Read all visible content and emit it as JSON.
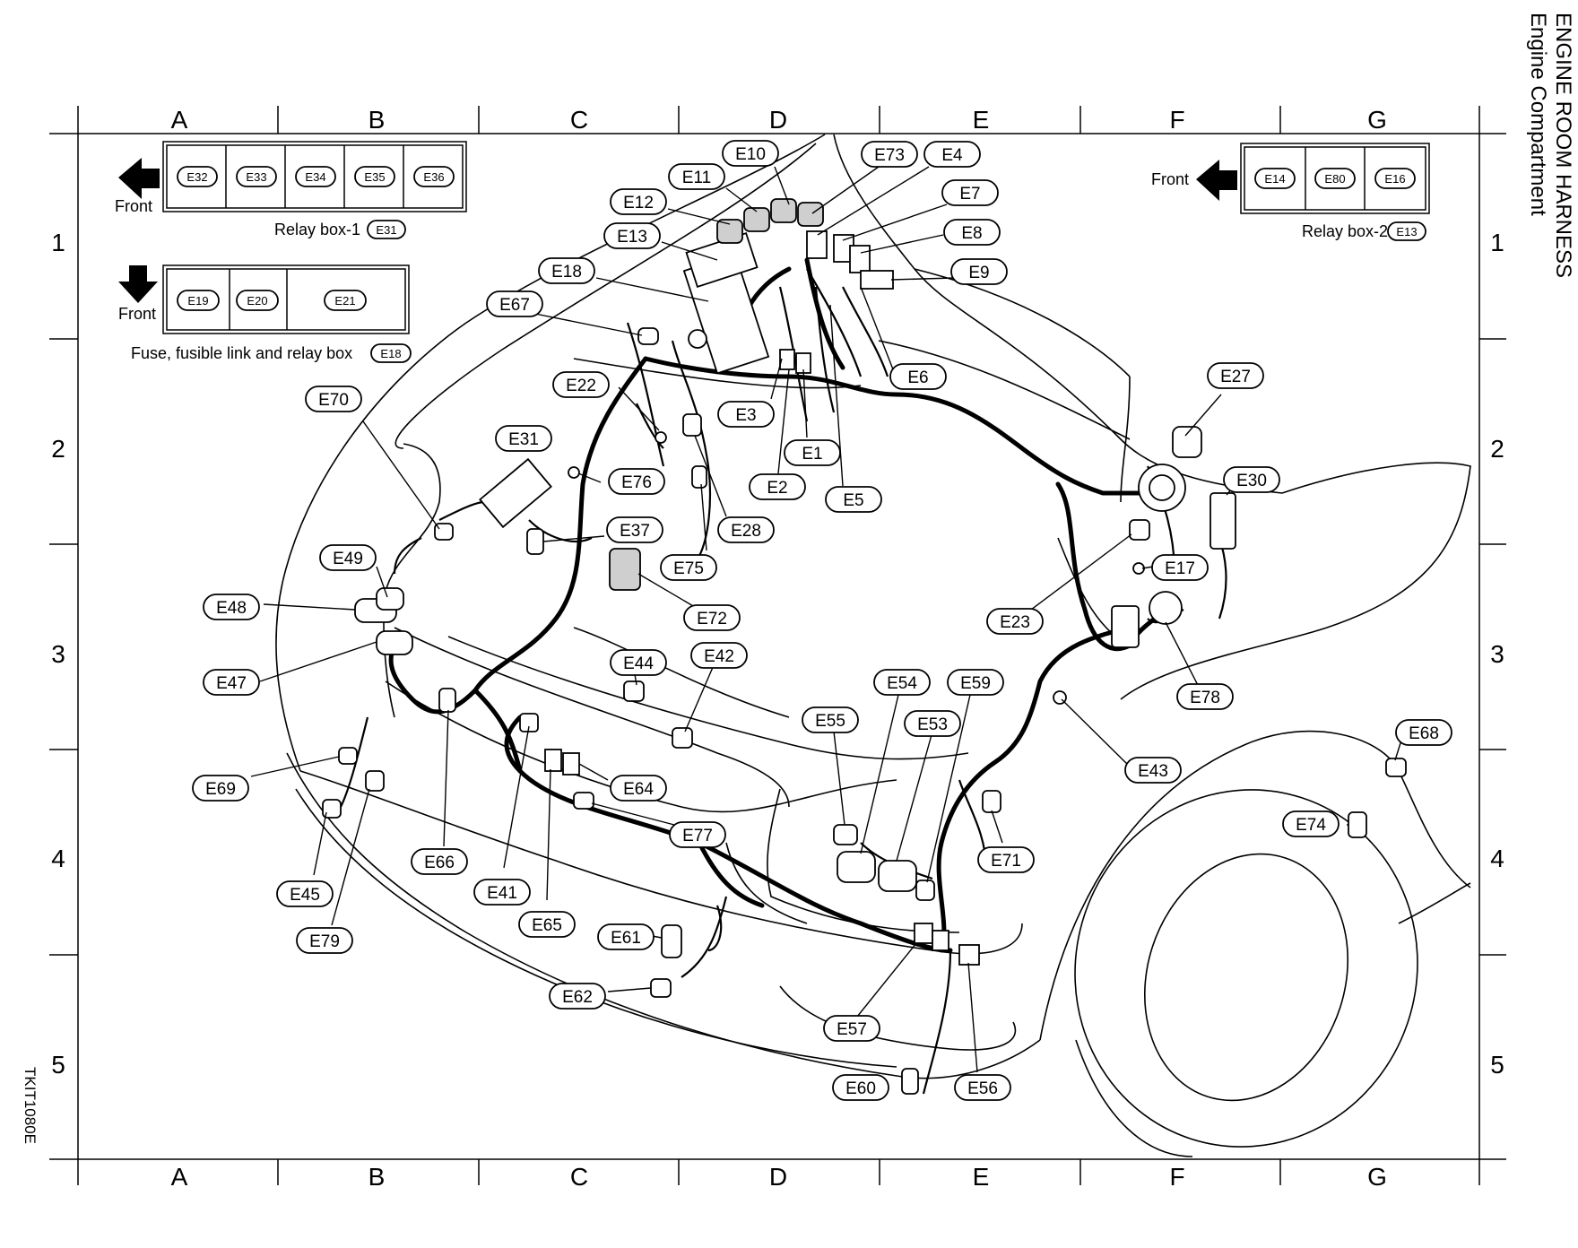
{
  "title": "ENGINE ROOM HARNESS",
  "subtitle": "Engine Compartment",
  "figure_code": "TKIT1080E",
  "grid_columns": [
    "A",
    "B",
    "C",
    "D",
    "E",
    "F",
    "G"
  ],
  "grid_rows": [
    "1",
    "2",
    "3",
    "4",
    "5"
  ],
  "relay_box_1": {
    "front_label": "Front",
    "slots": [
      "E32",
      "E33",
      "E34",
      "E35",
      "E36"
    ],
    "caption": "Relay box-1",
    "caption_code": "E31"
  },
  "fuse_box": {
    "front_label": "Front",
    "slots": [
      "E19",
      "E20",
      "E21"
    ],
    "caption": "Fuse, fusible link and relay box",
    "caption_code": "E18"
  },
  "relay_box_2": {
    "front_label": "Front",
    "slots": [
      "E14",
      "E80",
      "E16"
    ],
    "caption": "Relay box-2",
    "caption_code": "E13"
  },
  "connectors": [
    "E1",
    "E2",
    "E3",
    "E4",
    "E5",
    "E6",
    "E7",
    "E8",
    "E9",
    "E10",
    "E11",
    "E12",
    "E13",
    "E17",
    "E18",
    "E22",
    "E23",
    "E27",
    "E28",
    "E30",
    "E31",
    "E37",
    "E41",
    "E42",
    "E43",
    "E44",
    "E45",
    "E47",
    "E48",
    "E49",
    "E53",
    "E54",
    "E55",
    "E56",
    "E57",
    "E59",
    "E60",
    "E61",
    "E62",
    "E64",
    "E65",
    "E66",
    "E67",
    "E68",
    "E69",
    "E70",
    "E71",
    "E72",
    "E73",
    "E74",
    "E75",
    "E76",
    "E77",
    "E78",
    "E79"
  ]
}
